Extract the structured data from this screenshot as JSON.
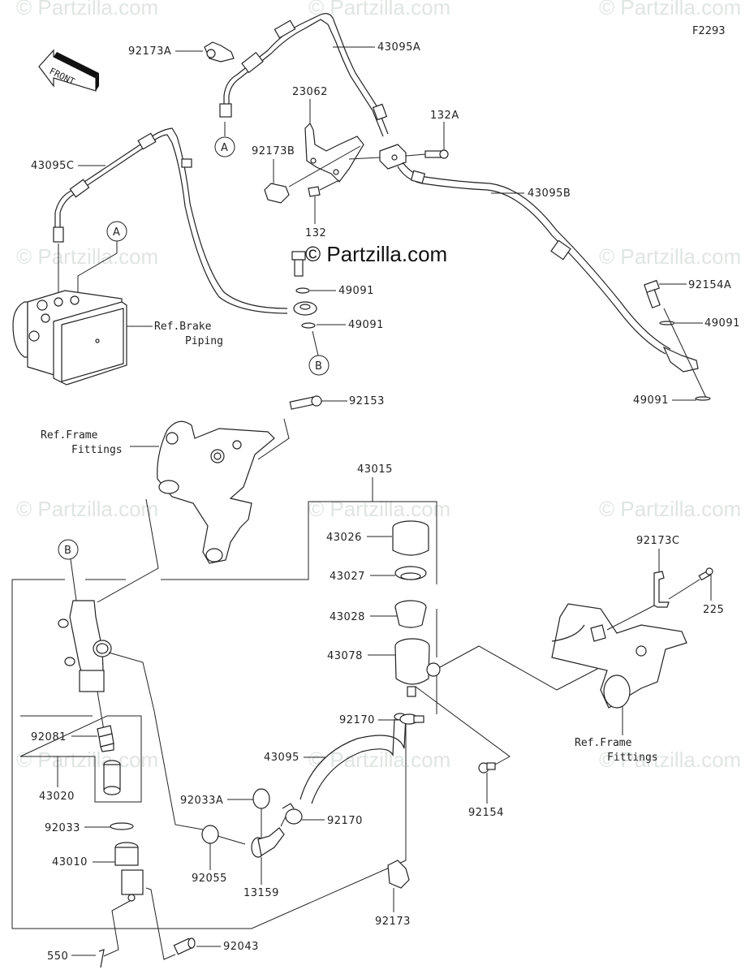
{
  "diagram": {
    "code": "F2293",
    "front_arrow": "FRONT",
    "watermark": "© Partzilla.com",
    "refs": {
      "brake_piping_line1": "Ref.Brake",
      "brake_piping_line2": "Piping",
      "frame_fittings_left_line1": "Ref.Frame",
      "frame_fittings_left_line2": "Fittings",
      "frame_fittings_right_line1": "Ref.Frame",
      "frame_fittings_right_line2": "Fittings"
    },
    "markers": {
      "A": "A",
      "B": "B"
    },
    "parts": [
      {
        "id": "92173A",
        "label": "92173A"
      },
      {
        "id": "43095A",
        "label": "43095A"
      },
      {
        "id": "23062",
        "label": "23062"
      },
      {
        "id": "132A",
        "label": "132A"
      },
      {
        "id": "92173B",
        "label": "92173B"
      },
      {
        "id": "43095C",
        "label": "43095C"
      },
      {
        "id": "43095B",
        "label": "43095B"
      },
      {
        "id": "132",
        "label": "132"
      },
      {
        "id": "49091-1",
        "label": "49091"
      },
      {
        "id": "49091-2",
        "label": "49091"
      },
      {
        "id": "92154A",
        "label": "92154A"
      },
      {
        "id": "49091-3",
        "label": "49091"
      },
      {
        "id": "49091-4",
        "label": "49091"
      },
      {
        "id": "92153",
        "label": "92153"
      },
      {
        "id": "43015",
        "label": "43015"
      },
      {
        "id": "43026",
        "label": "43026"
      },
      {
        "id": "43027",
        "label": "43027"
      },
      {
        "id": "43028",
        "label": "43028"
      },
      {
        "id": "43078",
        "label": "43078"
      },
      {
        "id": "92173C",
        "label": "92173C"
      },
      {
        "id": "225",
        "label": "225"
      },
      {
        "id": "92081",
        "label": "92081"
      },
      {
        "id": "43020",
        "label": "43020"
      },
      {
        "id": "92170-1",
        "label": "92170"
      },
      {
        "id": "43095",
        "label": "43095"
      },
      {
        "id": "92154",
        "label": "92154"
      },
      {
        "id": "92033A",
        "label": "92033A"
      },
      {
        "id": "92170-2",
        "label": "92170"
      },
      {
        "id": "92033",
        "label": "92033"
      },
      {
        "id": "92055",
        "label": "92055"
      },
      {
        "id": "43010",
        "label": "43010"
      },
      {
        "id": "13159",
        "label": "13159"
      },
      {
        "id": "92173",
        "label": "92173"
      },
      {
        "id": "550",
        "label": "550"
      },
      {
        "id": "92043",
        "label": "92043"
      }
    ]
  }
}
